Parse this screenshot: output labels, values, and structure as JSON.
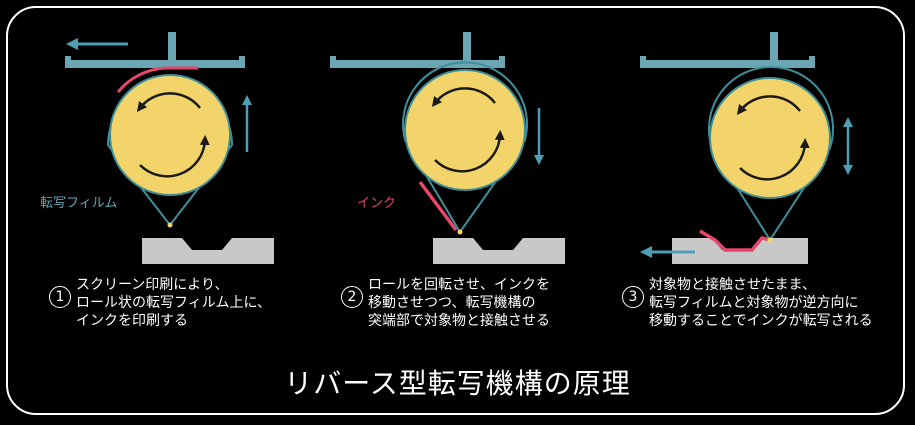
{
  "labels": {
    "film": "転写フィルム",
    "ink": "インク"
  },
  "steps": [
    {
      "number": "1",
      "lines": [
        "スクリーン印刷により、",
        "ロール状の転写フィルム上に、",
        "インクを印刷する"
      ]
    },
    {
      "number": "2",
      "lines": [
        "ロールを回転させ、インクを",
        "移動させつつ、転写機構の",
        "突端部で対象物と接触させる"
      ]
    },
    {
      "number": "3",
      "lines": [
        "対象物と接触させたまま、",
        "転写フィルムと対象物が逆方向に",
        "移動することでインクが転写される"
      ]
    }
  ],
  "title": "リバース型転写機構の原理",
  "colors": {
    "background": "#000000",
    "roller": "#f2d46a",
    "film": "#3f8f9a",
    "plate": "#6aa6b4",
    "ink": "#e8456a",
    "object": "#c8c8c8",
    "arrow": "#4f9fb4",
    "text": "#ffffff"
  }
}
